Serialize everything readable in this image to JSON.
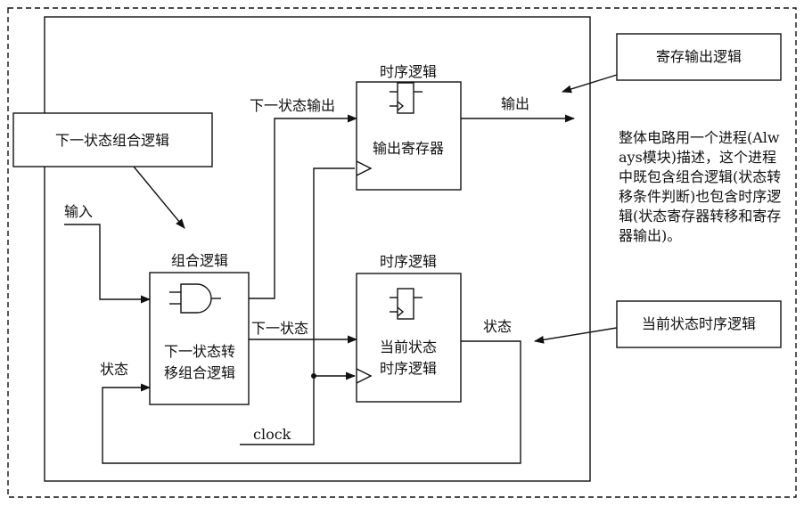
{
  "labels": {
    "seq_logic_top": "时序逻辑",
    "reg_output_logic": "寄存输出逻辑",
    "next_state_output": "下一状态输出",
    "output": "输出",
    "output_register": "输出寄存器",
    "next_state_comb_logic": "下一状态组合逻辑",
    "input": "输入",
    "comb_logic": "组合逻辑",
    "seq_logic_bottom": "时序逻辑",
    "next_state": "下一状态",
    "next_state_transition_line1": "下一状态转",
    "next_state_transition_line2": "移组合逻辑",
    "state_right": "状态",
    "state_left": "状态",
    "current_state_line1": "当前状态",
    "current_state_line2": "时序逻辑",
    "current_state_seq_logic": "当前状态时序逻辑",
    "clock": "clock"
  },
  "note": "整体电路用一个进程(Always模块)描述，这个进程中既包含组合逻辑(状态转移条件判断)也包含时序逻辑(状态寄存器转移和寄存器输出)。"
}
